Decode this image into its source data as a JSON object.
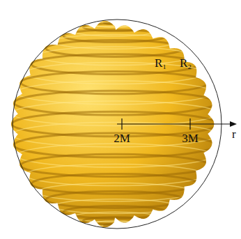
{
  "diagram": {
    "labels": [
      "R₁",
      "R₂",
      "2M",
      "3M",
      "r"
    ]
  }
}
